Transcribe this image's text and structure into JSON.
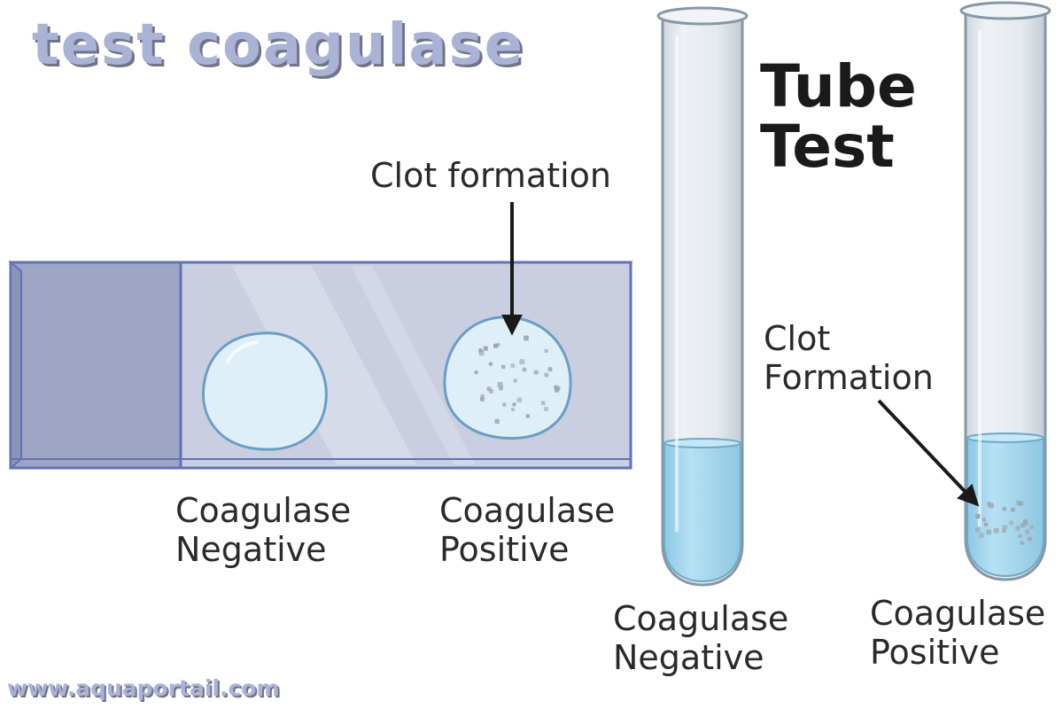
{
  "title": "test coagulase",
  "watermark": "www.aquaportail.com",
  "slide_test": {
    "annotation": "Clot formation",
    "negative_label": [
      "Coagulase",
      "Negative"
    ],
    "positive_label": [
      "Coagulase",
      "Positive"
    ]
  },
  "tube_test": {
    "heading": [
      "Tube",
      "Test"
    ],
    "annotation": [
      "Clot",
      "Formation"
    ],
    "negative_label": [
      "Coagulase",
      "Negative"
    ],
    "positive_label": [
      "Coagulase",
      "Positive"
    ]
  },
  "colors": {
    "title_fill": "#aab2d6",
    "slide_glass": "#c9cfe0",
    "slide_frosted": "#9da4c4",
    "slide_border": "#6073b4",
    "liquid": "#a9d8ef",
    "tube_glass": "#e6ecf1",
    "clot_particle": "#9ea6b0"
  }
}
